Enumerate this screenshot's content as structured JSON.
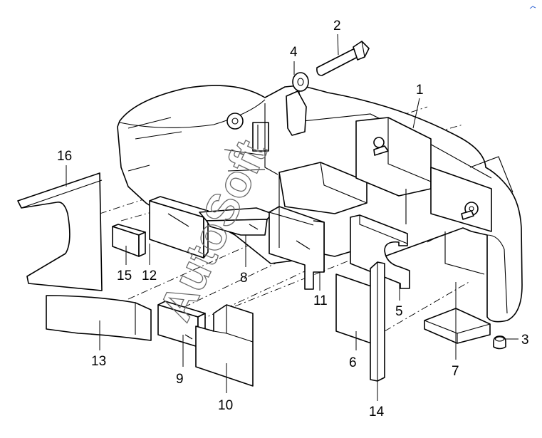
{
  "watermark": "AutoSoft",
  "callouts": [
    {
      "id": "1",
      "text": "1"
    },
    {
      "id": "2",
      "text": "2"
    },
    {
      "id": "3",
      "text": "3"
    },
    {
      "id": "4",
      "text": "4"
    },
    {
      "id": "5",
      "text": "5"
    },
    {
      "id": "6",
      "text": "6"
    },
    {
      "id": "7",
      "text": "7"
    },
    {
      "id": "8",
      "text": "8"
    },
    {
      "id": "9",
      "text": "9"
    },
    {
      "id": "10",
      "text": "10"
    },
    {
      "id": "11",
      "text": "11"
    },
    {
      "id": "12",
      "text": "12"
    },
    {
      "id": "13",
      "text": "13"
    },
    {
      "id": "14",
      "text": "14"
    },
    {
      "id": "15",
      "text": "15"
    },
    {
      "id": "16",
      "text": "16"
    }
  ]
}
